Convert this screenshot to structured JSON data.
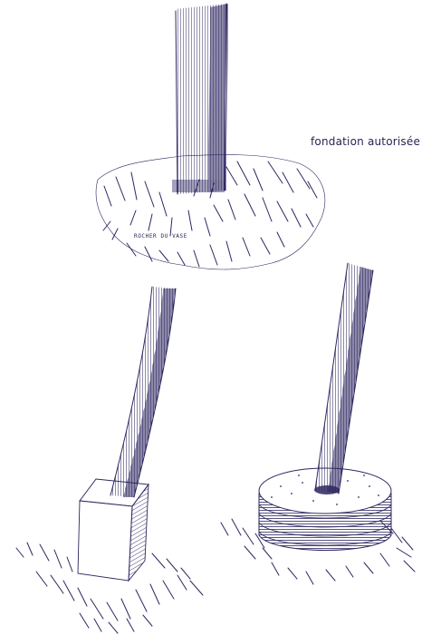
{
  "caption": "fondation autorisée",
  "rock_label": "ROCHER DU VASE",
  "colors": {
    "ink": "#2d2760",
    "paper": "#ffffff"
  },
  "figures": [
    {
      "name": "post-on-rock"
    },
    {
      "name": "post-on-square-plinth"
    },
    {
      "name": "post-on-round-stacked-base"
    }
  ]
}
